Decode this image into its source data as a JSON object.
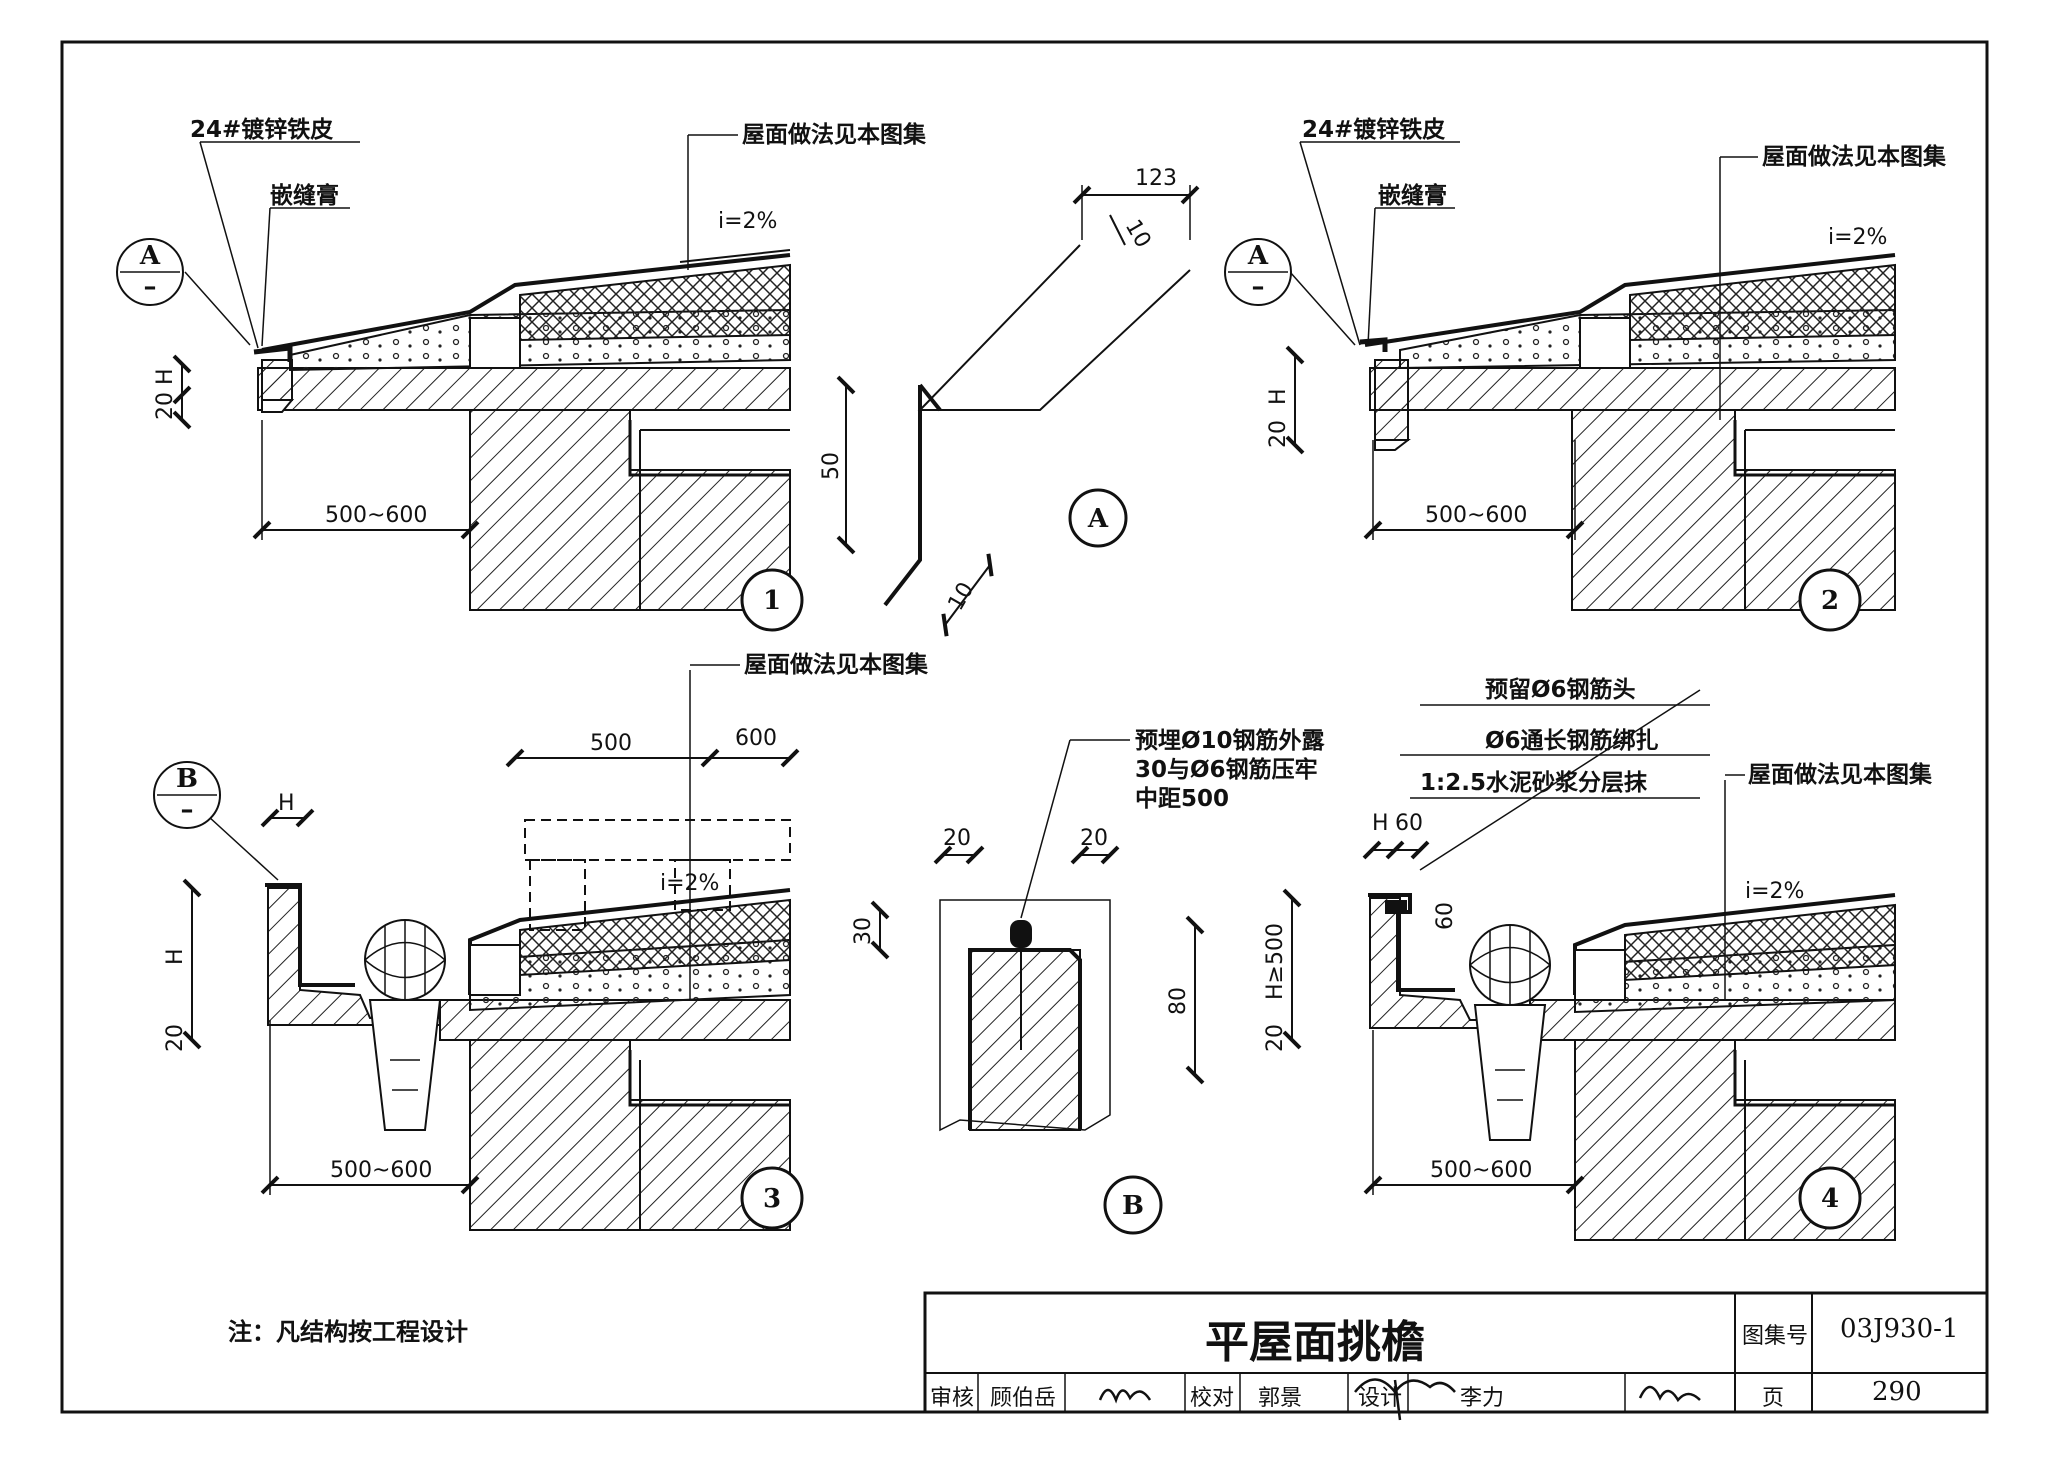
{
  "labels": {
    "galvanized_sheet": "24#镀锌铁皮",
    "sealant": "嵌缝膏",
    "roof_method": "屋面做法见本图集",
    "slope": "i=2%",
    "embed_rebar_1": "预埋Ø10钢筋外露",
    "embed_rebar_2": "30与Ø6钢筋压牢",
    "embed_rebar_3": "中距500",
    "reserve_rebar": "预留Ø6钢筋头",
    "through_rebar": "Ø6通长钢筋绑扎",
    "mortar": "1:2.5水泥砂浆分层抹"
  },
  "dims": {
    "d123": "123",
    "d10": "10",
    "d50": "50",
    "d20": "20",
    "d30": "30",
    "d80": "80",
    "d60": "60",
    "d500": "500",
    "d600": "600",
    "d500_600": "500~600",
    "H": "H",
    "H500": "H≥500"
  },
  "markers": {
    "A": "A",
    "B": "B",
    "dash": "–",
    "n1": "1",
    "n2": "2",
    "n3": "3",
    "n4": "4"
  },
  "note": "注：凡结构按工程设计",
  "title_block": {
    "title": "平屋面挑檐",
    "atlas_label": "图集号",
    "atlas_no": "03J930-1",
    "page_label": "页",
    "page_no": "290",
    "review_label": "审核",
    "reviewer": "顾伯岳",
    "check_label": "校对",
    "checker": "郭景",
    "design_label": "设计",
    "designer": "李力"
  }
}
